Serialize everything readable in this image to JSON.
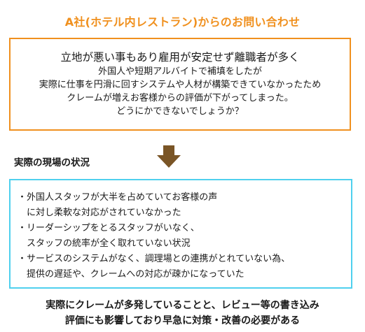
{
  "title": "A社(ホテル内レストラン)からのお問い合わせ",
  "inquiry": {
    "lines": [
      "立地が悪い事もあり雇用が安定せず離職者が多く",
      "外国人や短期アルバイトで補填をしたが",
      "実際に仕事を円滑に回すシステムや人材が構築できていなかったため",
      "クレームが増えお客様からの評価が下がってしまった。",
      "どうにかできないでしょうか？"
    ]
  },
  "section_heading": "実際の現場の状況",
  "situation": {
    "items": [
      {
        "line1": "・外国人スタッフが大半を占めていてお客様の声",
        "line2": "に対し柔軟な対応がされていなかった"
      },
      {
        "line1": "・リーダーシップをとるスタッフがいなく、",
        "line2": "スタッフの統率が全く取れていない状況"
      },
      {
        "line1": "・サービスのシステムがなく、調理場との連携がとれていない為、",
        "line2": "提供の遅延や、クレームへの対応が疎かになっていた"
      }
    ]
  },
  "conclusion": {
    "line1": "実際にクレームが多発していることと、レビュー等の書き込み",
    "line2": "評価にも影響しており早急に対策・改善の必要がある"
  },
  "colors": {
    "title": "#f0901e",
    "inquiry_border": "#f0901e",
    "situation_border": "#4fd0ee",
    "arrow": "#7a5526"
  },
  "icons": {
    "arrow": "arrow-down-icon"
  }
}
